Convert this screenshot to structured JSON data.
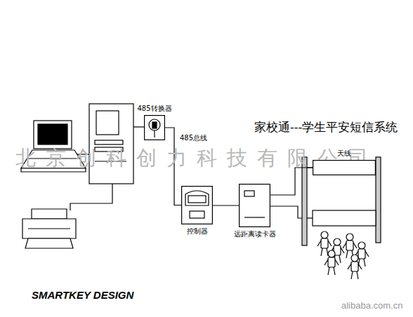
{
  "diagram": {
    "title": "家校通---学生平安短信系统",
    "nodes": [
      {
        "text": [
          "485转换器"
        ]
      },
      {
        "text": [
          "控制器"
        ]
      },
      {
        "text": [
          "远距离读卡器"
        ]
      },
      {
        "text": [
          "天线"
        ]
      }
    ],
    "edges": [
      {
        "from": 0,
        "to": 1,
        "label": "485总线",
        "arrow": "none"
      },
      {
        "from": 1,
        "to": 2,
        "arrow": "none"
      },
      {
        "from": 2,
        "to": 3,
        "arrow": "none"
      }
    ],
    "labels": [
      "北京创科创力科技有限公司",
      "SMARTKEY DESIGN",
      "alibaba.com.cn"
    ]
  }
}
